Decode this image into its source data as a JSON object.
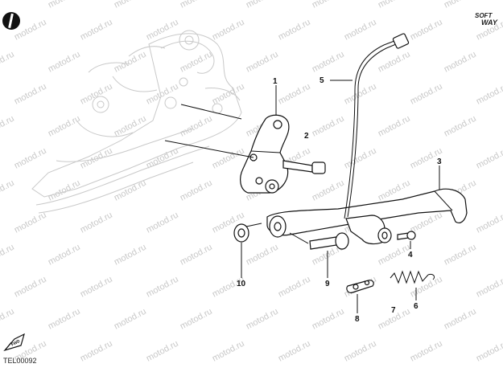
{
  "watermark": "motod.ru",
  "brand": {
    "top": "SOFT",
    "bottom": "WAY"
  },
  "figure_code": "TEL00092",
  "fwd_label": "FWD",
  "callouts": [
    "1",
    "2",
    "3",
    "4",
    "5",
    "6",
    "7",
    "8",
    "9",
    "10"
  ]
}
